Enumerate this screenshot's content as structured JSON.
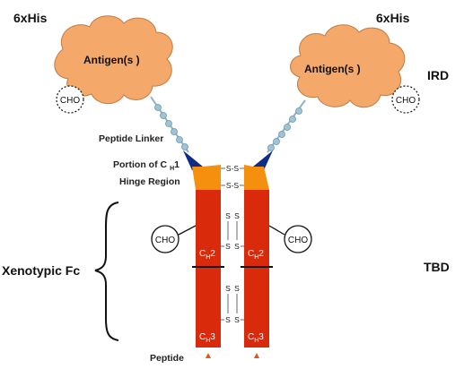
{
  "labels": {
    "his_left": "6xHis",
    "his_right": "6xHis",
    "antigen_left": "Antigen(s )",
    "antigen_right": "Antigen(s )",
    "ird": "IRD",
    "tbd": "TBD",
    "peptide_linker": "Peptide Linker",
    "portion_of": "Portion of C",
    "portion_sub": "H",
    "portion_num": "1",
    "hinge": "Hinge Region",
    "xenotypic": "Xenotypic Fc",
    "peptide": "Peptide",
    "cho": "CHO",
    "ss": "S-S",
    "s": "S",
    "c": "C",
    "h": "H",
    "ch2_num": "2",
    "ch3_num": "3"
  },
  "colors": {
    "antigen": "#f4a86a",
    "antigen_stroke": "#c07b45",
    "fc": "#d92b0c",
    "hinge": "#f5900e",
    "ch1": "#102a8a",
    "linker": "#9ec4d6",
    "divider": "#111111"
  }
}
